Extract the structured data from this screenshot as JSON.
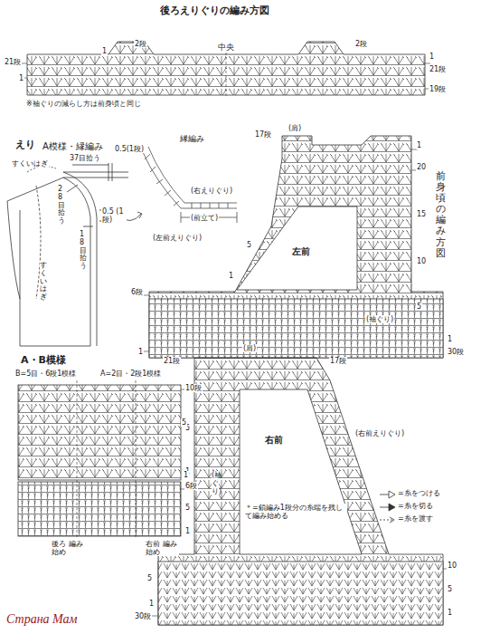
{
  "diagram": {
    "title": "後ろえりぐりの編み方図",
    "labels": [
      "2段",
      "1",
      "2段",
      "21段",
      "1",
      "中央",
      "1",
      "21段",
      "19段",
      "※袖ぐりの減らし方は前身頃と同じ",
      "えり",
      "A模様・縁編み",
      "すくいはぎ",
      "37目拾う",
      "0.5(1段)",
      "28目拾う",
      "18目拾う",
      "0.5 (1段)",
      "すくいはぎ",
      "縁編み",
      "(右えりぐり)",
      "(前立て)",
      "(左前えりぐり)",
      "(肩)",
      "17段",
      "1",
      "20",
      "15",
      "10",
      "5",
      "5",
      "1",
      "6段",
      "1",
      "左前",
      "(袖ぐり)",
      "1",
      "30段",
      "前身頃の編み方図",
      "A・B模様",
      "B=5目・6段1模様",
      "A=2目・2段1模様",
      "10段",
      "5",
      "1",
      "6段",
      "5",
      "1",
      "後ろ 編み始め",
      "右前 編み始め",
      "(肩)",
      "21段",
      "17段",
      "5",
      "1",
      "右前",
      "(右前えりぐり)",
      "(袖ぐり)",
      "5",
      "1",
      "30段",
      "10",
      "5",
      "1",
      "＊=鎖編み1段分の糸端を残して編み始める",
      "Страна Мам"
    ],
    "legend": [
      {
        "text": "=糸をつける"
      },
      {
        "text": "=糸を切る"
      },
      {
        "text": "=糸を渡す"
      }
    ]
  }
}
